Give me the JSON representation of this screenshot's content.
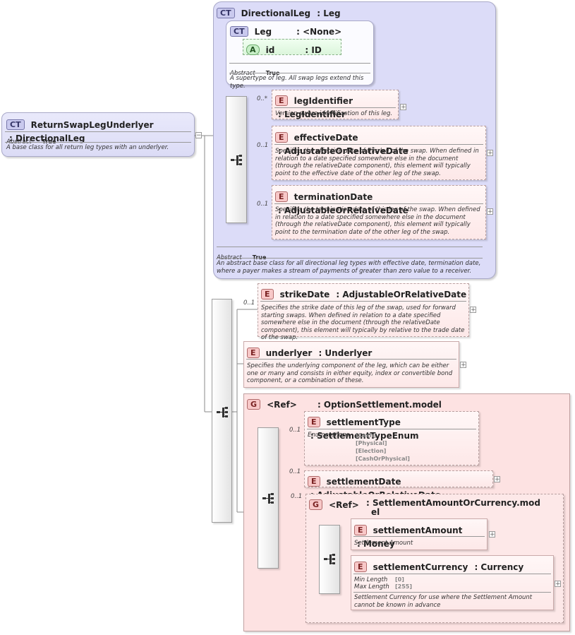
{
  "root": {
    "badge": "CT",
    "name": "ReturnSwapLegUnderlyer",
    "type": ": DirectionalLeg",
    "abstract_label": "Abstract",
    "abstract_value": "True",
    "description": "A base class for all return leg types with an underlyer."
  },
  "directional_leg": {
    "badge": "CT",
    "name": "DirectionalLeg",
    "type": ": Leg",
    "abstract_label": "Abstract",
    "abstract_value": "True",
    "description": "An abstract base class for all directional leg types with effective date, termination date, where a payer makes a stream of payments of greater than zero value to a receiver."
  },
  "leg": {
    "badge": "CT",
    "name": "Leg",
    "type": ": <None>",
    "abstract_label": "Abstract",
    "abstract_value": "True",
    "description": "A supertype of leg. All swap legs extend this type.",
    "attribute": {
      "badge": "A",
      "name": "id",
      "type": ": ID"
    }
  },
  "dl_elements": [
    {
      "badge": "E",
      "card": "0..*",
      "name": "legIdentifier",
      "type": ": LegIdentifier",
      "description": "Version aware identification of this leg."
    },
    {
      "badge": "E",
      "card": "0..1",
      "name": "effectiveDate",
      "type": ": AdjustableOrRelativeDate",
      "description": "Specifies the effective date of this leg of the swap. When defined in relation to a date specified somewhere else in the document (through the relativeDate component), this element will typically point to the effective date of the other leg of the swap."
    },
    {
      "badge": "E",
      "card": "0..1",
      "name": "terminationDate",
      "type": ": AdjustableOrRelativeDate",
      "description": "Specifies the termination date of this leg of the swap. When defined in relation to a date specified somewhere else in the document (through the relativeDate component), this element will typically point to the termination date of the other leg of the swap."
    }
  ],
  "strike_date": {
    "badge": "E",
    "card": "0..1",
    "name": "strikeDate",
    "type": ": AdjustableOrRelativeDate",
    "description": "Specifies the strike date of this leg of the swap, used for forward starting swaps. When defined in relation to a date specified somewhere else in the document (through the relativeDate component), this element will typically by relative to the trade date of the swap."
  },
  "underlyer": {
    "badge": "E",
    "name": "underlyer",
    "type": ": Underlyer",
    "description": "Specifies the underlying component of the leg, which can be either one or many and consists in either equity, index or convertible bond component, or a combination of these."
  },
  "option_settlement": {
    "badge": "G",
    "ref": "<Ref>",
    "name": ": OptionSettlement.model"
  },
  "settlement_type": {
    "badge": "E",
    "card": "0..1",
    "name": "settlementType",
    "type": ": SettlementTypeEnum",
    "enum_label": "Enumerations",
    "enums": [
      "[Cash]",
      "[Physical]",
      "[Election]",
      "[CashOrPhysical]"
    ]
  },
  "settlement_date": {
    "badge": "E",
    "card": "0..1",
    "name": "settlementDate",
    "type": ": AdjustableOrRelativeDate"
  },
  "settlement_amount_group": {
    "badge": "G",
    "card": "0..1",
    "ref": "<Ref>",
    "name_line1": ": SettlementAmountOrCurrency.mod",
    "name_line2": "el"
  },
  "settlement_amount": {
    "badge": "E",
    "name": "settlementAmount",
    "type": ": Money",
    "description": "Settlement Amount"
  },
  "settlement_currency": {
    "badge": "E",
    "name": "settlementCurrency",
    "type": ": Currency",
    "min_label": "Min Length",
    "min_value": "[0]",
    "max_label": "Max Length",
    "max_value": "[255]",
    "description": "Settlement Currency for use where the Settlement Amount cannot be known in advance"
  },
  "plus_symbol": "+",
  "minus_symbol": "−"
}
